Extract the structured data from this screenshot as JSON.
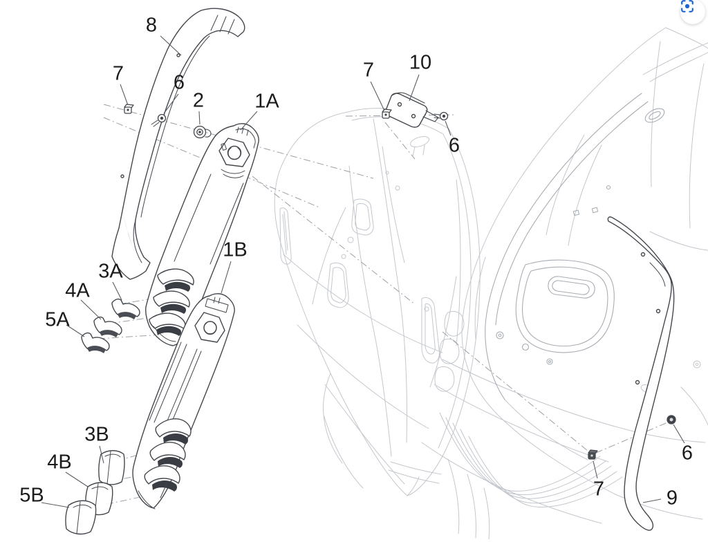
{
  "diagram": {
    "type": "exploded-parts-diagram",
    "callouts": [
      {
        "ref": "8"
      },
      {
        "ref": "7"
      },
      {
        "ref": "6"
      },
      {
        "ref": "2"
      },
      {
        "ref": "1A"
      },
      {
        "ref": "7"
      },
      {
        "ref": "10"
      },
      {
        "ref": "6"
      },
      {
        "ref": "1B"
      },
      {
        "ref": "3A"
      },
      {
        "ref": "4A"
      },
      {
        "ref": "5A"
      },
      {
        "ref": "3B"
      },
      {
        "ref": "4B"
      },
      {
        "ref": "5B"
      },
      {
        "ref": "7"
      },
      {
        "ref": "9"
      },
      {
        "ref": "6"
      }
    ],
    "colors": {
      "part_line": "#43474d",
      "body_line": "#c3c7cd",
      "mid_line": "#a8adb4",
      "label": "#1b1b1d",
      "lens_blue": "#1967d2"
    }
  },
  "viewer": {
    "lens_button": {
      "icon": "camera-lens",
      "color": "#1967d2"
    }
  }
}
